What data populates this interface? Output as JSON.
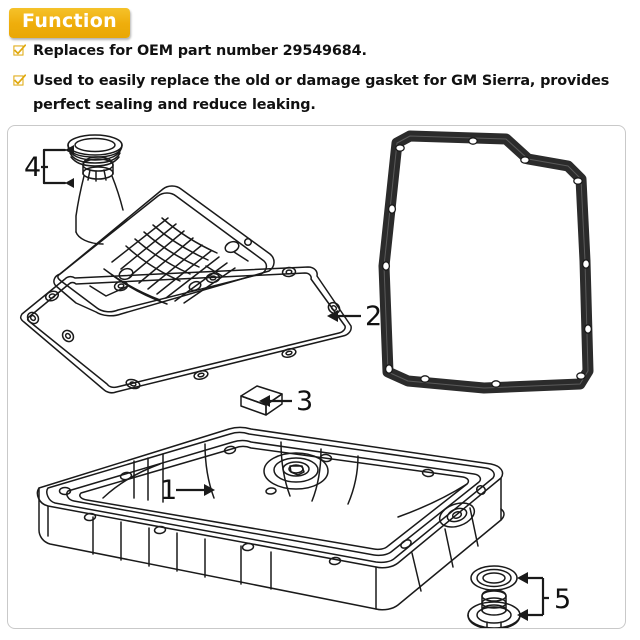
{
  "header": {
    "badge_label": "Function",
    "badge_color": "#efae0c",
    "badge_text_color": "#ffffff"
  },
  "features": {
    "bullet_icon": "check-box-icon",
    "bullet_icon_color": "#e3a80a",
    "items": [
      {
        "text": "Replaces for OEM part number 29549684."
      },
      {
        "text": "Used to easily replace the old or damage gasket for GM Sierra, provides perfect sealing and reduce leaking."
      }
    ]
  },
  "diagram": {
    "panel_border_color": "#c9c9c9",
    "line_color": "#1a1a1a",
    "gasket_photo_color": "#2b2b2b",
    "callouts": [
      {
        "id": "1",
        "label": "1",
        "part": "transmission-oil-pan",
        "arrow": "right"
      },
      {
        "id": "2",
        "label": "2",
        "part": "rubber-oil-pan-gasket",
        "arrow": "left"
      },
      {
        "id": "3",
        "label": "3",
        "part": "magnet-block",
        "arrow": "left"
      },
      {
        "id": "4",
        "label": "4",
        "part": "filter-seal-and-neck",
        "arrow": "right-bracket"
      },
      {
        "id": "5",
        "label": "5",
        "part": "drain-plug-and-washer",
        "arrow": "left-bracket"
      }
    ],
    "parts": {
      "filter": "transmission-filter",
      "seal_ring": "filter-seal-ring",
      "gasket_line_art": "oil-pan-gasket-drawing",
      "gasket_photo": "oil-pan-gasket-rubber",
      "magnet": "pan-magnet",
      "oil_pan": "transmission-oil-pan",
      "washer": "drain-plug-washer",
      "drain_plug": "drain-plug"
    }
  }
}
